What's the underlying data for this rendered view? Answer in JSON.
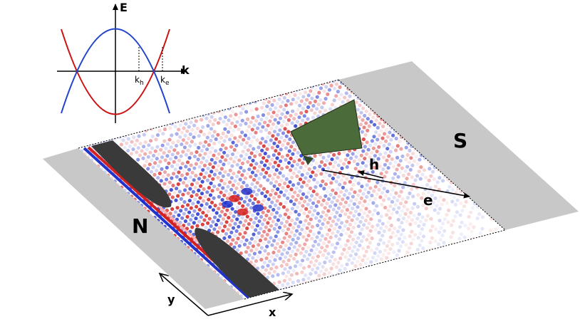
{
  "inset": {
    "energy_axis": "E",
    "momentum_axis": "k",
    "kh": {
      "base": "k",
      "sub": "h"
    },
    "ke": {
      "base": "k",
      "sub": "e"
    },
    "colors": {
      "electron_band": "#2244cc",
      "hole_band": "#cc1111"
    }
  },
  "device": {
    "normal_lead": "N",
    "superconductor": "S",
    "hole_label": "h",
    "electron_label": "e",
    "colors": {
      "lead": "#c8c8c8",
      "gate": "#3a3a3a",
      "obstacle": "#4b6b3a",
      "wave_positive": "#d32020",
      "wave_negative": "#2233cc"
    }
  },
  "axes": {
    "x": "x",
    "y": "y"
  }
}
